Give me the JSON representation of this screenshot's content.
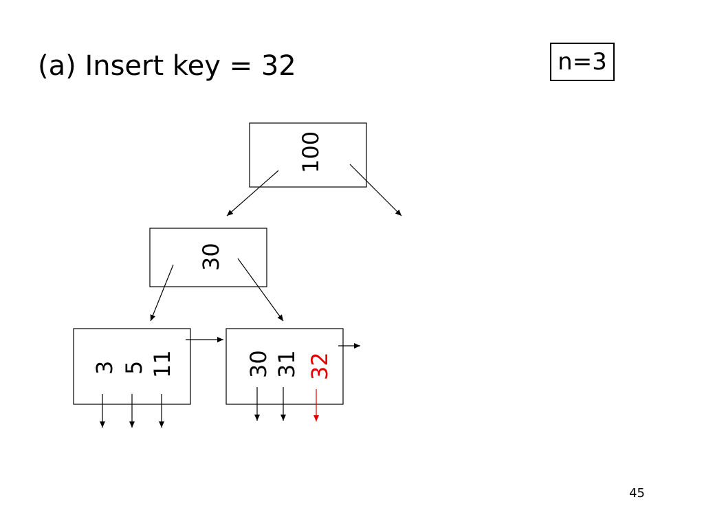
{
  "slide": {
    "title": "(a) Insert key = 32",
    "param": "n=3",
    "page_number": "45"
  },
  "tree": {
    "root": {
      "keys": [
        "100"
      ]
    },
    "internal": {
      "keys": [
        "30"
      ]
    },
    "leaves": [
      {
        "keys": [
          "3",
          "5",
          "11"
        ]
      },
      {
        "keys": [
          "30",
          "31",
          "32"
        ],
        "highlight_key": "32"
      }
    ]
  },
  "colors": {
    "line": "#000000",
    "highlight": "#e00000"
  }
}
